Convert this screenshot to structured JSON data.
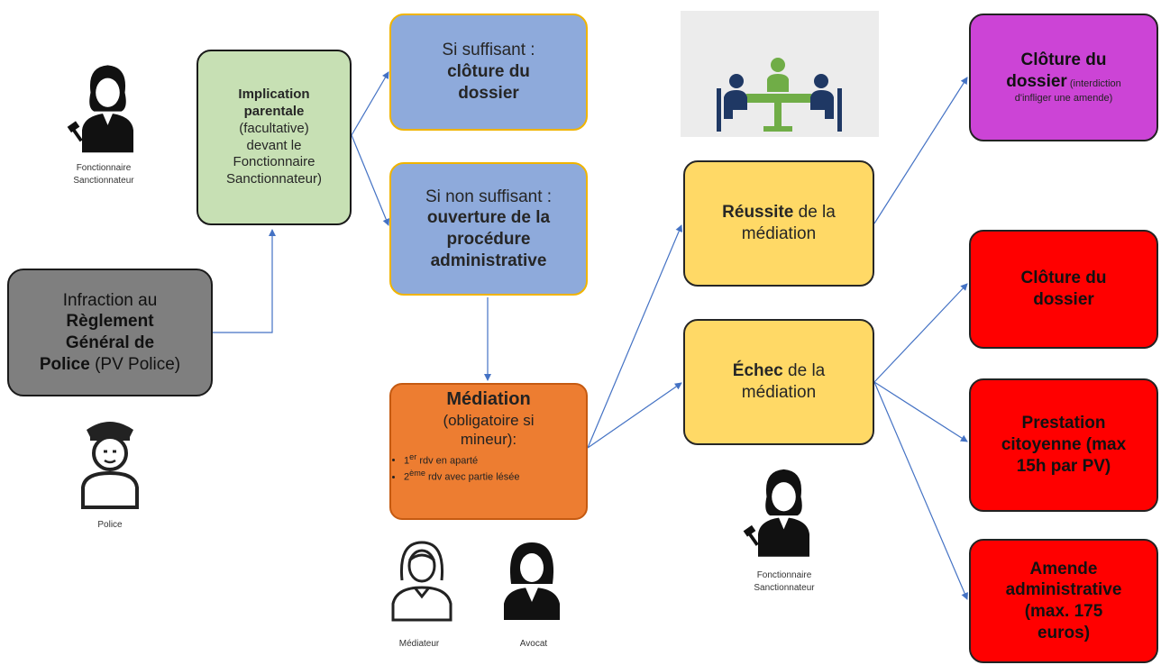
{
  "implication": {
    "line1": "Implication",
    "line2": "parentale",
    "line3": "(facultative)",
    "line4": "devant le",
    "line5": "Fonctionnaire",
    "line6": "Sanctionnateur)"
  },
  "suffisant": {
    "line1": "Si suffisant :",
    "line2": "clôture du",
    "line3": "dossier"
  },
  "non_suffisant": {
    "line1": "Si non suffisant :",
    "line2": "ouverture de la",
    "line3": "procédure",
    "line4": "administrative"
  },
  "infraction": {
    "line1": "Infraction au",
    "line2": "Règlement",
    "line3": "Général de",
    "line4_bold": "Police",
    "line4_rest": " (PV Police)"
  },
  "mediation": {
    "title": "Médiation",
    "line2": "(obligatoire si",
    "line3": "mineur):",
    "bullet1_prefix": "1",
    "bullet1_sup": "er",
    "bullet1_rest": " rdv en aparté",
    "bullet2_prefix": "2",
    "bullet2_sup": "ème",
    "bullet2_rest": " rdv avec partie lésée"
  },
  "reussite": {
    "bold": "Réussite",
    "rest": " de la",
    "line2": "médiation"
  },
  "echec": {
    "bold": "Échec",
    "rest": " de la",
    "line2": "médiation"
  },
  "cloture_dossier_1": {
    "line1": "Clôture du",
    "line2_bold": "dossier",
    "line2_small": " (interdiction",
    "line3_small": "d'infliger une amende)"
  },
  "cloture_dossier_2": {
    "line1": "Clôture du",
    "line2": "dossier"
  },
  "prestation": {
    "line1": "Prestation",
    "line2": "citoyenne (max",
    "line3": "15h par PV)"
  },
  "amende": {
    "line1": "Amende",
    "line2": "administrative",
    "line3": "(max. 175",
    "line4": "euros)"
  },
  "captions": {
    "fonctionnaire_top_1": "Fonctionnaire",
    "fonctionnaire_top_2": "Sanctionnateur",
    "police": "Police",
    "mediateur": "Médiateur",
    "avocat": "Avocat",
    "fonctionnaire_bottom_1": "Fonctionnaire",
    "fonctionnaire_bottom_2": "Sanctionnateur"
  },
  "icons": {
    "judge_top": "judge-icon",
    "police": "police-officer-icon",
    "mediator": "mediator-woman-icon",
    "lawyer": "lawyer-icon",
    "meeting": "meeting-table-icon",
    "judge_bottom": "judge-icon"
  },
  "colors": {
    "implication": "#c7e0b4",
    "suffisant": "#8eaadb",
    "infraction": "#7f7f7f",
    "mediation": "#ed7d31",
    "outcome_yellow": "#ffd966",
    "cloture_purple": "#cc44d6",
    "sanction_red": "#ff0000",
    "arrow": "#4472c4",
    "meeting_green": "#70ad47",
    "meeting_navy": "#1f3864"
  }
}
